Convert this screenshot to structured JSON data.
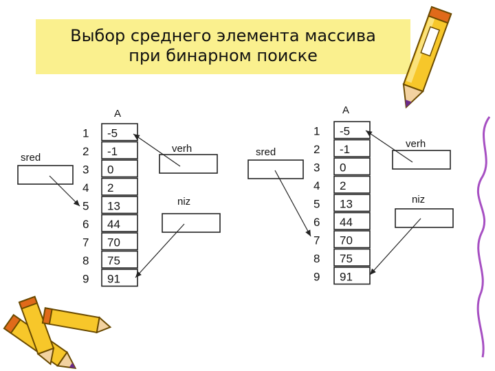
{
  "title": "Выбор среднего элемента массива\nпри бинарном поиске",
  "diagrams": [
    {
      "array_label": "A",
      "indices": [
        "1",
        "2",
        "3",
        "4",
        "5",
        "6",
        "7",
        "8",
        "9"
      ],
      "values": [
        "-5",
        "-1",
        "0",
        "2",
        "13",
        "44",
        "70",
        "75",
        "91"
      ],
      "sred_label": "sred",
      "verh_label": "verh",
      "niz_label": "niz",
      "sred_points_to": "5"
    },
    {
      "array_label": "A",
      "indices": [
        "1",
        "2",
        "3",
        "4",
        "5",
        "6",
        "7",
        "8",
        "9"
      ],
      "values": [
        "-5",
        "-1",
        "0",
        "2",
        "13",
        "44",
        "70",
        "75",
        "91"
      ],
      "sred_label": "sred",
      "verh_label": "verh",
      "niz_label": "niz",
      "sred_points_to": "7"
    }
  ],
  "decorations": {
    "pencil_top_right": "pencil-icon",
    "pencil_bottom_left": "pencil-icon",
    "squiggle_right": "squiggle-line"
  }
}
